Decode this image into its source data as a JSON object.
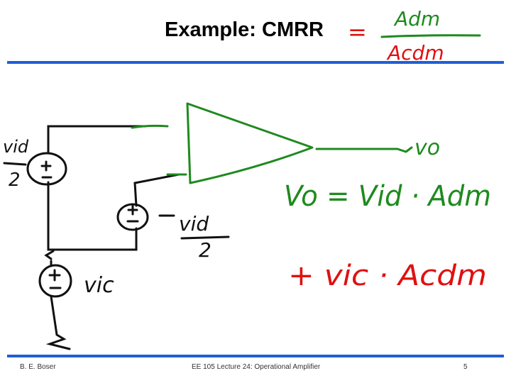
{
  "slide": {
    "title": "Example: CMRR",
    "footer_left": "B. E. Boser",
    "footer_center": "EE 105 Lecture 24: Operational Amplifier",
    "page_number": "5"
  },
  "handwriting": {
    "cmrr_equals": "=",
    "a_dm": "Adm",
    "a_cdm": "Acdm",
    "output_label": "vo",
    "vid_label_top": "vid",
    "vid_label_bottom": "2",
    "vid_half_label_top": "vid",
    "vid_half_label_bottom": "2",
    "vic_label": "vic",
    "eq_line1": "Vo = Vid · Adm",
    "eq_line2": "+ vic · Acdm"
  },
  "colors": {
    "rule": "#1f5fd6",
    "ink_black": "#111111",
    "ink_green": "#1e8a1e",
    "ink_red": "#e01010"
  }
}
